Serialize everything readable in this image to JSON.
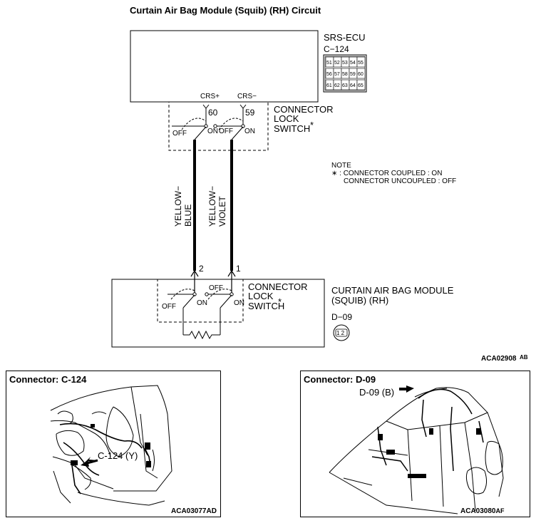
{
  "title": "Curtain Air Bag Module (Squib) (RH) Circuit",
  "ecu": {
    "name": "SRS-ECU",
    "connector": "C−124",
    "pins_row1": [
      "51",
      "52",
      "53",
      "54",
      "55"
    ],
    "pins_row2": [
      "56",
      "57",
      "58",
      "59",
      "60"
    ],
    "pins_row3": [
      "61",
      "62",
      "63",
      "64",
      "65"
    ]
  },
  "terminals": {
    "crs_plus": "CRS+",
    "crs_minus": "CRS−",
    "pin60": "60",
    "pin59": "59",
    "pin2": "2",
    "pin1": "1"
  },
  "lock_switch_upper": {
    "line1": "CONNECTOR",
    "line2": "LOCK",
    "line3": "SWITCH",
    "star": "*"
  },
  "lock_switch_lower": {
    "line1": "CONNECTOR",
    "line2": "LOCK",
    "line3": "SWITCH",
    "star": "*"
  },
  "switch_labels": {
    "off": "OFF",
    "on": "ON"
  },
  "wires": {
    "left_top": "YELLOW−",
    "left_bottom": "BLUE",
    "right_top": "YELLOW−",
    "right_bottom": "VIOLET"
  },
  "note": {
    "title": "NOTE",
    "line1": "∗ : CONNECTOR COUPLED : ON",
    "line2": "CONNECTOR UNCOUPLED : OFF"
  },
  "module": {
    "line1": "CURTAIN AIR BAG MODULE",
    "line2": "(SQUIB) (RH)",
    "connector": "D−09",
    "pins": "1 2"
  },
  "figure_codes": {
    "circuit": "ACA02908",
    "circuit_suffix": "AB",
    "left": "ACA03077AD",
    "right_code": "ACA03080",
    "right_suffix": "AF"
  },
  "panel_left": {
    "title": "Connector: C-124",
    "callout": "C-124 (Y)"
  },
  "panel_right": {
    "title": "Connector: D-09",
    "callout": "D-09 (B)"
  }
}
